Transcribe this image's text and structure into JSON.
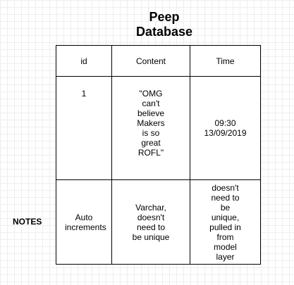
{
  "title": "Peep\nDatabase",
  "notes_label": "NOTES",
  "table": {
    "headers": [
      "id",
      "Content",
      "Time"
    ],
    "row": {
      "id": "1",
      "content": "\"OMG can't believe Makers is so great ROFL\"",
      "time": "09:30\n13/09/2019"
    },
    "notes": {
      "id": "Auto increments",
      "content": "Varchar, doesn't need to be unique",
      "time": "doesn't need to be unique, pulled in from model layer"
    }
  }
}
